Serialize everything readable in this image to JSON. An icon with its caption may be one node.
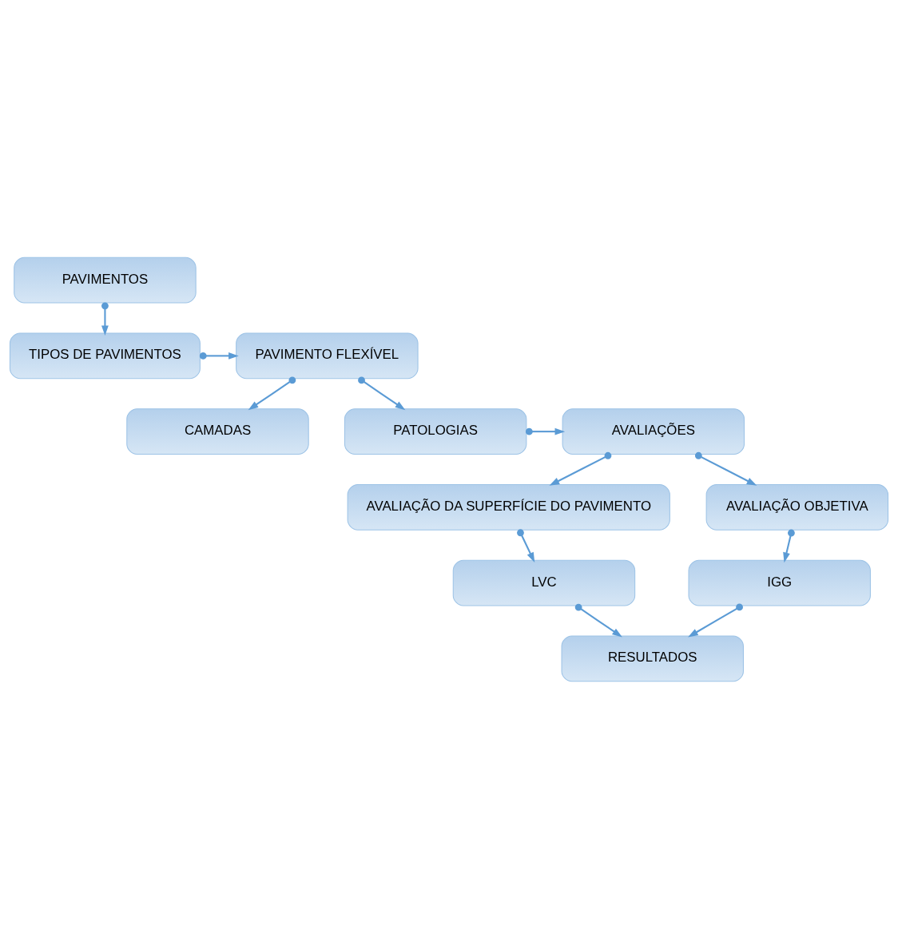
{
  "diagram": {
    "nodes": [
      {
        "text": [
          "PAVIMENTOS"
        ]
      },
      {
        "text": [
          "TIPOS DE PAVIMENTOS"
        ]
      },
      {
        "text": [
          "PAVIMENTO FLEXÍVEL"
        ]
      },
      {
        "text": [
          "CAMADAS"
        ]
      },
      {
        "text": [
          "AVALIAÇÕES"
        ]
      },
      {
        "text": [
          "PATOLOGIAS"
        ]
      },
      {
        "text": [
          "AVALIAÇÃO DA SUPERFÍCIE DO PAVIMENTO"
        ]
      },
      {
        "text": [
          "AVALIAÇÃO OBJETIVA"
        ]
      },
      {
        "text": [
          "LVC"
        ]
      },
      {
        "text": [
          "IGG"
        ]
      },
      {
        "text": [
          "RESULTADOS"
        ]
      }
    ],
    "edges": [
      {
        "from": 0,
        "to": 1,
        "arrow": "to"
      },
      {
        "from": 1,
        "to": 2,
        "arrow": "to"
      },
      {
        "from": 2,
        "to": 3,
        "arrow": "to"
      },
      {
        "from": 2,
        "to": 5,
        "arrow": "to"
      },
      {
        "from": 5,
        "to": 4,
        "arrow": "to"
      },
      {
        "from": 4,
        "to": 6,
        "arrow": "to"
      },
      {
        "from": 4,
        "to": 7,
        "arrow": "to"
      },
      {
        "from": 6,
        "to": 8,
        "arrow": "to"
      },
      {
        "from": 7,
        "to": 9,
        "arrow": "to"
      },
      {
        "from": 8,
        "to": 10,
        "arrow": "to"
      },
      {
        "from": 9,
        "to": 10,
        "arrow": "to"
      }
    ]
  }
}
